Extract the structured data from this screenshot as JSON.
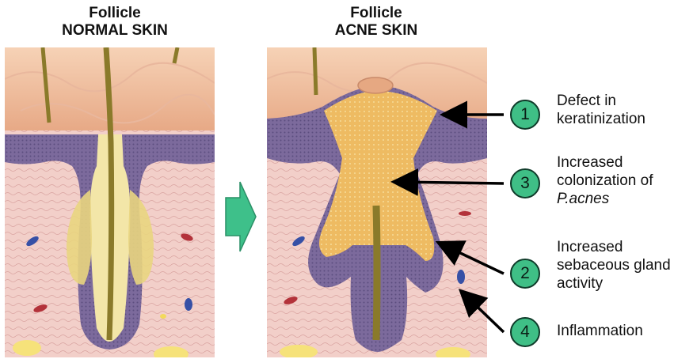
{
  "left_panel": {
    "title_line1": "Follicle",
    "title_line2": "NORMAL SKIN"
  },
  "right_panel": {
    "title_line1": "Follicle",
    "title_line2": "ACNE SKIN"
  },
  "transition_arrow": {
    "icon": "green-right-arrow",
    "color": "#3ec08a"
  },
  "callouts": [
    {
      "number": "1",
      "lines": [
        "Defect in",
        "keratinization"
      ]
    },
    {
      "number": "3",
      "lines": [
        "Increased",
        "colonization of",
        "P.acnes"
      ]
    },
    {
      "number": "2",
      "lines": [
        "Increased",
        "sebaceous gland",
        "activity"
      ]
    },
    {
      "number": "4",
      "lines": [
        "Inflammation"
      ]
    }
  ],
  "colors": {
    "badge": "#3fbf86",
    "epidermis_purple": "#6b5a8e",
    "dermis_pink": "#efc9c4",
    "keratin_plug": "#e8b155",
    "hair": "#8a7a2a"
  }
}
